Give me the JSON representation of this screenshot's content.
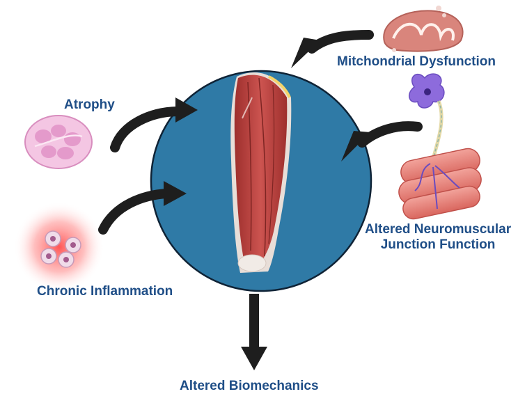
{
  "labels": {
    "atrophy": "Atrophy",
    "mitochondrial": "Mitchondrial Dysfunction",
    "nmj_line1": "Altered Neuromuscular",
    "nmj_line2": "Junction Function",
    "inflammation": "Chronic Inflammation",
    "biomechanics": "Altered Biomechanics"
  },
  "colors": {
    "label_text": "#1f4e87",
    "circle_fill": "#2f7aa6",
    "circle_stroke": "#0f2336",
    "arrow": "#1e1e1e",
    "muscle": "#b9403d",
    "atrophy_tissue": "#e9a7d2",
    "inflammation_glow": "#ff5c5c",
    "mitochondria": "#cf7b72",
    "fiber": "#e8827a",
    "neuron": "#7b5ad6"
  },
  "icons": {
    "center": "thigh-muscle-icon",
    "atrophy": "atrophied-tissue-icon",
    "mitochondrial": "mitochondrion-icon",
    "nmj": "neuron-muscle-fiber-icon",
    "inflammation": "inflammatory-cells-icon"
  }
}
